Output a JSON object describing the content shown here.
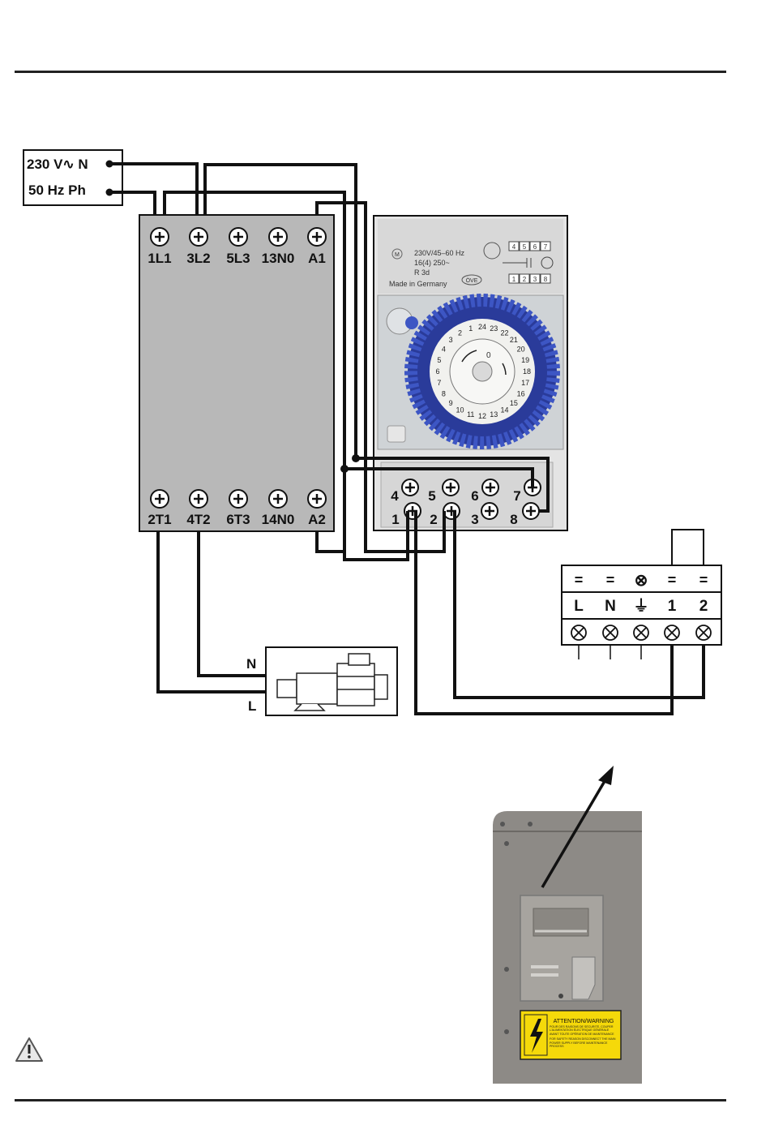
{
  "supply": {
    "line1": "230 V∿ N",
    "line2": "50 Hz  Ph"
  },
  "contactor": {
    "top_terminals": [
      "1L1",
      "3L2",
      "5L3",
      "13N0",
      "A1"
    ],
    "bottom_terminals": [
      "2T1",
      "4T2",
      "6T3",
      "14N0",
      "A2"
    ]
  },
  "timer": {
    "spec_lines": [
      "230V/45–60 Hz",
      "16(4) 250~",
      "R 3d"
    ],
    "made_in": "Made in Germany",
    "cert": "ÖVE",
    "contact_top": [
      "4",
      "5",
      "6",
      "7"
    ],
    "contact_bottom": [
      "1",
      "2",
      "3",
      "8"
    ],
    "dial_hours": [
      "1",
      "2",
      "3",
      "4",
      "5",
      "6",
      "7",
      "8",
      "9",
      "10",
      "11",
      "12",
      "13",
      "14",
      "15",
      "16",
      "17",
      "18",
      "19",
      "20",
      "21",
      "22",
      "23",
      "24"
    ],
    "dial_zero": "0"
  },
  "pump": {
    "n_label": "N",
    "l_label": "L"
  },
  "terminal_block": {
    "top_symbols": [
      "=",
      "=",
      "⊗",
      "=",
      "="
    ],
    "labels": [
      "L",
      "N",
      "⏚",
      "1",
      "2"
    ]
  },
  "warning_label": {
    "title": "ATTENTION/WARNING",
    "fr_text": "POUR DES RAISONS DE SÉCURITÉ, COUPER L'ALIMENTATION ÉLECTRIQUE GÉNÉRALE AVANT TOUTE OPÉRATION DE MAINTENANCE",
    "en_text": "FOR SAFETY REASON DISCONNECT THE MAIN POWER SUPPLY BEFORE MAINTENANCE PROCESS"
  },
  "colors": {
    "dial_blue": "#3d56c4",
    "label_yellow": "#f5d90a",
    "panel_grey": "#b8b8b8",
    "unit_grey": "#8d8a86"
  }
}
